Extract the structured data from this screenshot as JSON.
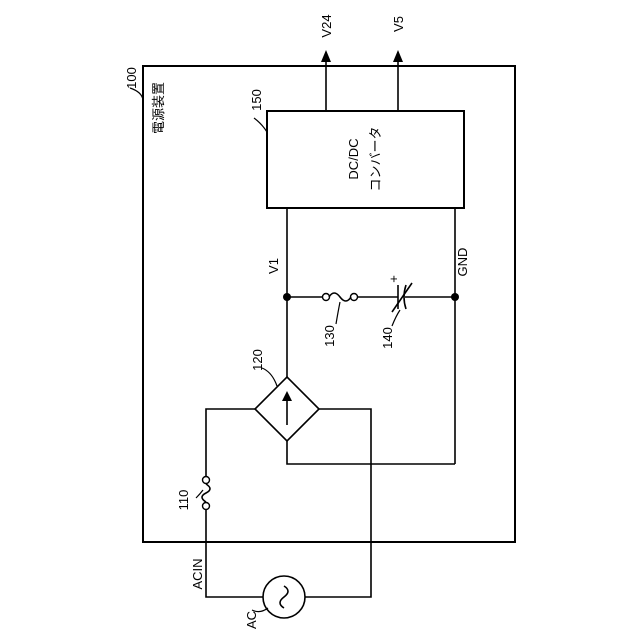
{
  "labels": {
    "device_ref": "100",
    "device_name": "電源装置",
    "converter_ref": "150",
    "converter_line1": "DC/DC",
    "converter_line2": "コンバータ",
    "out_v24": "V24",
    "out_v5": "V5",
    "node_v1": "V1",
    "node_gnd": "GND",
    "fuse2_ref": "130",
    "cap_ref": "140",
    "cap_plus": "+",
    "rectifier_ref": "120",
    "fuse1_ref": "110",
    "input_acin": "ACIN",
    "source_ac": "AC"
  }
}
